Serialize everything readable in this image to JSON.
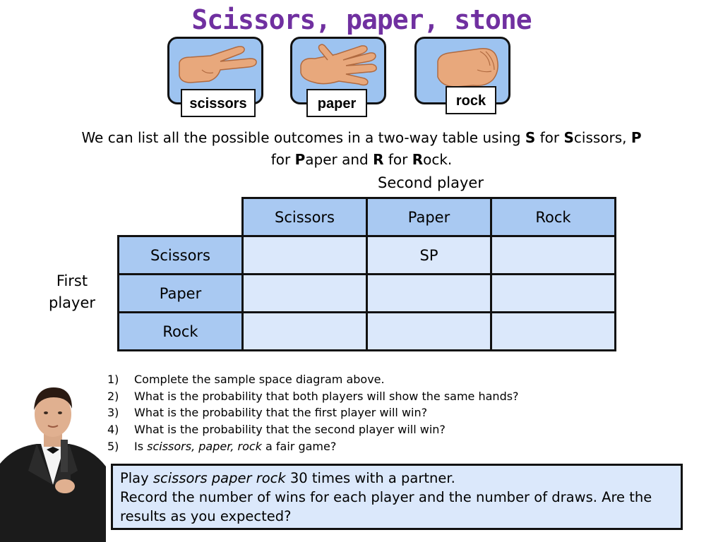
{
  "title": "Scissors, paper, stone",
  "hands": [
    {
      "name": "scissors",
      "label": "scissors"
    },
    {
      "name": "paper",
      "label": "paper"
    },
    {
      "name": "rock",
      "label": "rock"
    }
  ],
  "intro": {
    "part1": "We can list all the possible outcomes in a two-way table using ",
    "s_bold": "S",
    "part2": " for ",
    "s2_bold": "S",
    "part3": "cissors, ",
    "p_bold": "P",
    "part4": " for ",
    "p2_bold": "P",
    "part5": "aper and ",
    "r_bold": "R",
    "part6": " for ",
    "r2_bold": "R",
    "part7": "ock."
  },
  "table": {
    "column_axis_label": "Second player",
    "row_axis_label": "First player",
    "columns": [
      "Scissors",
      "Paper",
      "Rock"
    ],
    "rows": [
      {
        "label": "Scissors",
        "cells": [
          "",
          "SP",
          ""
        ]
      },
      {
        "label": "Paper",
        "cells": [
          "",
          "",
          ""
        ]
      },
      {
        "label": "Rock",
        "cells": [
          "",
          "",
          ""
        ]
      }
    ]
  },
  "questions": [
    {
      "num": "1)",
      "pre": "Complete the sample space diagram above.",
      "em": "",
      "post": ""
    },
    {
      "num": "2)",
      "pre": "What is the probability that both players will show the same hands?",
      "em": "",
      "post": ""
    },
    {
      "num": "3)",
      "pre": "What is the probability that the first player will win?",
      "em": "",
      "post": ""
    },
    {
      "num": "4)",
      "pre": "What is the probability that the second player will win?",
      "em": "",
      "post": ""
    },
    {
      "num": "5)",
      "pre": "Is ",
      "em": "scissors, paper, rock",
      "post": " a fair game?"
    }
  ],
  "activity": {
    "pre": "Play ",
    "em": "scissors paper rock",
    "post": " 30 times with a partner.",
    "line2": "Record the number of wins for each player and the number of draws. Are the results as you expected?"
  },
  "colors": {
    "title": "#7030a0",
    "card": "#9dc3f0",
    "table_header": "#a9c9f2",
    "table_cell": "#dbe8fb"
  }
}
